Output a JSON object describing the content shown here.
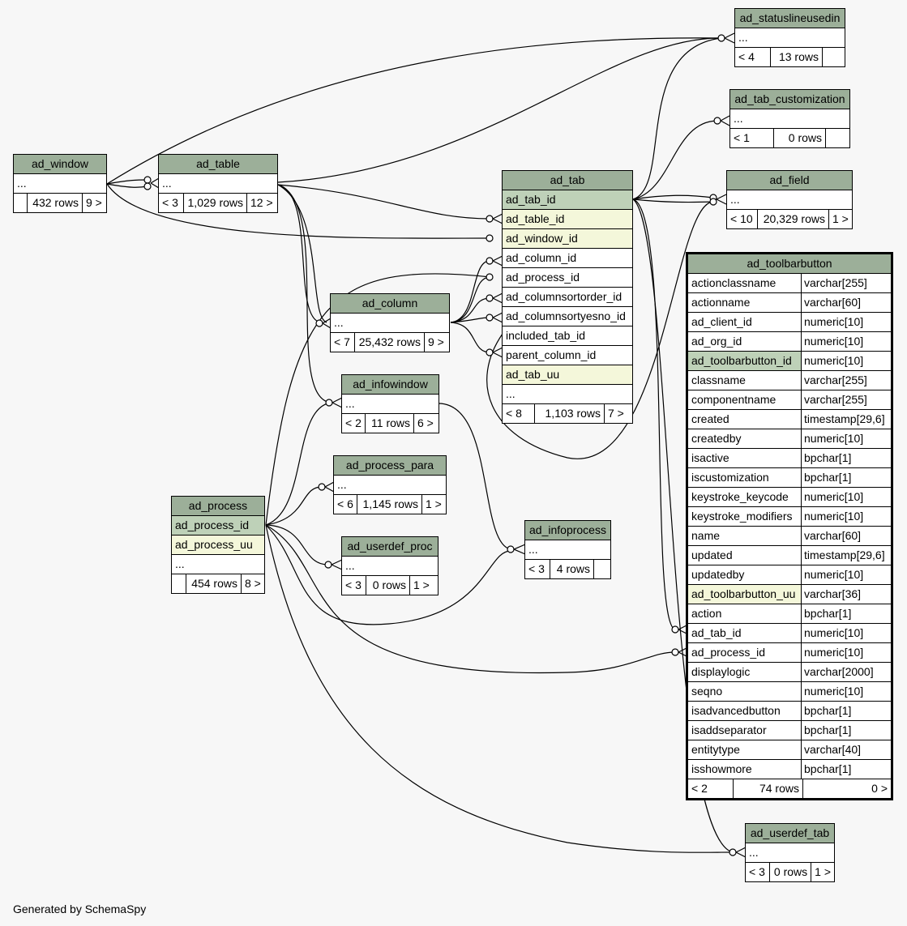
{
  "tables": {
    "ad_statuslineusedin": {
      "name": "ad_statuslineusedin",
      "cols": [
        "..."
      ],
      "foot": [
        "< 4",
        "13 rows",
        ""
      ]
    },
    "ad_tab_customization": {
      "name": "ad_tab_customization",
      "cols": [
        "..."
      ],
      "foot": [
        "< 1",
        "0 rows",
        ""
      ]
    },
    "ad_field": {
      "name": "ad_field",
      "cols": [
        "..."
      ],
      "foot": [
        "< 10",
        "20,329 rows",
        "1 >"
      ]
    },
    "ad_window": {
      "name": "ad_window",
      "cols": [
        "..."
      ],
      "foot": [
        "",
        "432 rows",
        "9 >"
      ]
    },
    "ad_table": {
      "name": "ad_table",
      "cols": [
        "..."
      ],
      "foot": [
        "< 3",
        "1,029 rows",
        "12 >"
      ]
    },
    "ad_tab": {
      "name": "ad_tab",
      "cols": [
        "ad_tab_id",
        "ad_table_id",
        "ad_window_id",
        "ad_column_id",
        "ad_process_id",
        "ad_columnsortorder_id",
        "ad_columnsortyesno_id",
        "included_tab_id",
        "parent_column_id",
        "ad_tab_uu",
        "..."
      ],
      "foot": [
        "< 8",
        "1,103 rows",
        "7 >"
      ]
    },
    "ad_column": {
      "name": "ad_column",
      "cols": [
        "..."
      ],
      "foot": [
        "< 7",
        "25,432 rows",
        "9 >"
      ]
    },
    "ad_infowindow": {
      "name": "ad_infowindow",
      "cols": [
        "..."
      ],
      "foot": [
        "< 2",
        "11 rows",
        "6 >"
      ]
    },
    "ad_process_para": {
      "name": "ad_process_para",
      "cols": [
        "..."
      ],
      "foot": [
        "< 6",
        "1,145 rows",
        "1 >"
      ]
    },
    "ad_process": {
      "name": "ad_process",
      "cols": [
        "ad_process_id",
        "ad_process_uu",
        "..."
      ],
      "foot": [
        "",
        "454 rows",
        "8 >"
      ]
    },
    "ad_userdef_proc": {
      "name": "ad_userdef_proc",
      "cols": [
        "..."
      ],
      "foot": [
        "< 3",
        "0 rows",
        "1 >"
      ]
    },
    "ad_infoprocess": {
      "name": "ad_infoprocess",
      "cols": [
        "..."
      ],
      "foot": [
        "< 3",
        "4 rows",
        ""
      ]
    },
    "ad_userdef_tab": {
      "name": "ad_userdef_tab",
      "cols": [
        "..."
      ],
      "foot": [
        "< 3",
        "0 rows",
        "1 >"
      ]
    },
    "ad_toolbarbutton": {
      "name": "ad_toolbarbutton",
      "cols": [
        {
          "n": "actionclassname",
          "t": "varchar[255]"
        },
        {
          "n": "actionname",
          "t": "varchar[60]"
        },
        {
          "n": "ad_client_id",
          "t": "numeric[10]"
        },
        {
          "n": "ad_org_id",
          "t": "numeric[10]"
        },
        {
          "n": "ad_toolbarbutton_id",
          "t": "numeric[10]"
        },
        {
          "n": "classname",
          "t": "varchar[255]"
        },
        {
          "n": "componentname",
          "t": "varchar[255]"
        },
        {
          "n": "created",
          "t": "timestamp[29,6]"
        },
        {
          "n": "createdby",
          "t": "numeric[10]"
        },
        {
          "n": "isactive",
          "t": "bpchar[1]"
        },
        {
          "n": "iscustomization",
          "t": "bpchar[1]"
        },
        {
          "n": "keystroke_keycode",
          "t": "numeric[10]"
        },
        {
          "n": "keystroke_modifiers",
          "t": "numeric[10]"
        },
        {
          "n": "name",
          "t": "varchar[60]"
        },
        {
          "n": "updated",
          "t": "timestamp[29,6]"
        },
        {
          "n": "updatedby",
          "t": "numeric[10]"
        },
        {
          "n": "ad_toolbarbutton_uu",
          "t": "varchar[36]"
        },
        {
          "n": "action",
          "t": "bpchar[1]"
        },
        {
          "n": "ad_tab_id",
          "t": "numeric[10]"
        },
        {
          "n": "ad_process_id",
          "t": "numeric[10]"
        },
        {
          "n": "displaylogic",
          "t": "varchar[2000]"
        },
        {
          "n": "seqno",
          "t": "numeric[10]"
        },
        {
          "n": "isadvancedbutton",
          "t": "bpchar[1]"
        },
        {
          "n": "isaddseparator",
          "t": "bpchar[1]"
        },
        {
          "n": "entitytype",
          "t": "varchar[40]"
        },
        {
          "n": "isshowmore",
          "t": "bpchar[1]"
        }
      ],
      "foot": [
        "< 2",
        "74 rows",
        "0 >"
      ]
    }
  },
  "footer": {
    "generated": "Generated by SchemaSpy"
  },
  "colors": {
    "header": "#9caf99",
    "pk": "#bed1b8",
    "fk": "#f4f7da",
    "background": "#f7f7f7"
  }
}
